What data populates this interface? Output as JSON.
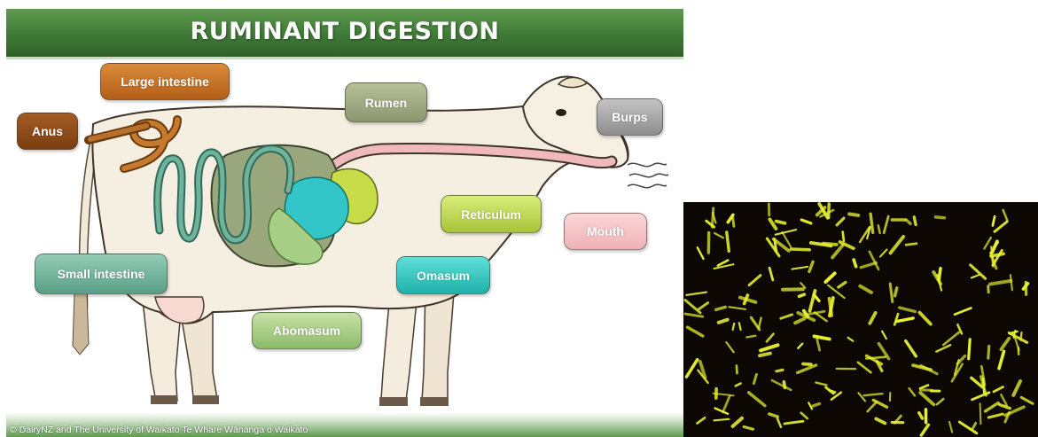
{
  "diagram": {
    "title": "RUMINANT DIGESTION",
    "credit": "© DairyNZ and The University of Waikato Te Whare Wānanga o Waikato",
    "labels": {
      "large_intestine": "Large intestine",
      "anus": "Anus",
      "rumen": "Rumen",
      "burps": "Burps",
      "reticulum": "Reticulum",
      "mouth": "Mouth",
      "small_intestine": "Small intestine",
      "omasum": "Omasum",
      "abomasum": "Abomasum"
    },
    "colors": {
      "title_bar": "#3f7a36",
      "large_intestine": "#c77a2b",
      "anus": "#8f4d1a",
      "rumen": "#a2aa83",
      "burps": "#a8a8a8",
      "reticulum": "#c0dc55",
      "mouth": "#f5c4c6",
      "small_intestine": "#6fb39b",
      "omasum": "#33c6c0",
      "abomasum": "#a8cf86"
    }
  },
  "micrograph": {
    "background": "#0c0703",
    "bacteria_color": "#e8f230"
  }
}
